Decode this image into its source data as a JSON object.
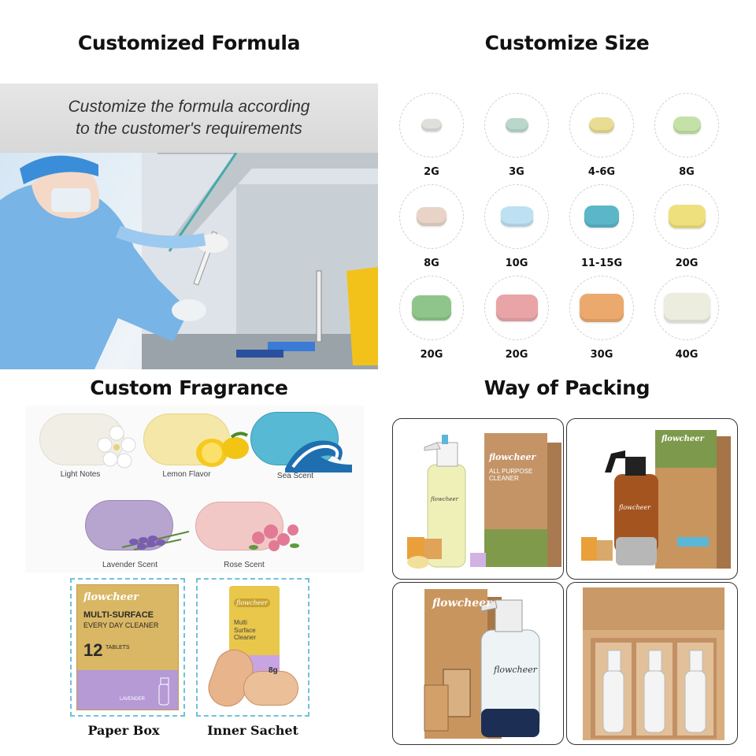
{
  "formula": {
    "heading": "Customized Formula",
    "banner_line1": "Customize the formula according",
    "banner_line2": "to the customer's requirements"
  },
  "size": {
    "heading": "Customize Size",
    "items": [
      {
        "label": "2G",
        "color": "#dfe0dc"
      },
      {
        "label": "3G",
        "color": "#b9d8cb"
      },
      {
        "label": "4-6G",
        "color": "#e8dd93"
      },
      {
        "label": "8G",
        "color": "#c4e2a7"
      },
      {
        "label": "8G",
        "color": "#e8d3c6"
      },
      {
        "label": "10G",
        "color": "#bde0f2"
      },
      {
        "label": "11-15G",
        "color": "#5bb6c8"
      },
      {
        "label": "20G",
        "color": "#efe07e"
      },
      {
        "label": "20G",
        "color": "#8fc58a"
      },
      {
        "label": "20G",
        "color": "#e9a4a8"
      },
      {
        "label": "30G",
        "color": "#eba96e"
      },
      {
        "label": "40G",
        "color": "#ececdf"
      }
    ]
  },
  "fragrance": {
    "heading": "Custom Fragrance",
    "scents": [
      {
        "label": "Light Notes",
        "color": "#f1eee6"
      },
      {
        "label": "Lemon Flavor",
        "color": "#f4e7a8"
      },
      {
        "label": "Sea Scent",
        "color": "#57b9d3"
      },
      {
        "label": "Lavender Scent",
        "color": "#b7a5cf"
      },
      {
        "label": "Rose Scent",
        "color": "#f2c8c6"
      }
    ],
    "packs": [
      {
        "caption": "Paper Box"
      },
      {
        "caption": "Inner Sachet"
      }
    ],
    "box": {
      "brand": "flowcheer",
      "line1": "MULTI-SURFACE",
      "line2": "EVERY DAY CLEANER",
      "count": "12",
      "unit": "TABLETS",
      "scent": "LAVENDER"
    },
    "sachet": {
      "brand": "flowcheer",
      "line1": "Multi",
      "line2": "Surface Cleaner",
      "weight": "8g"
    }
  },
  "packing": {
    "heading": "Way of Packing",
    "cards": [
      {
        "brand": "flowcheer",
        "box_text": "ALL PURPOSE CLEANER"
      },
      {
        "brand": "flowcheer",
        "box_text": "flowcheer"
      },
      {
        "brand": "flowcheer",
        "box_text": "flowcheer"
      },
      {
        "brand": "",
        "box_text": ""
      }
    ]
  }
}
